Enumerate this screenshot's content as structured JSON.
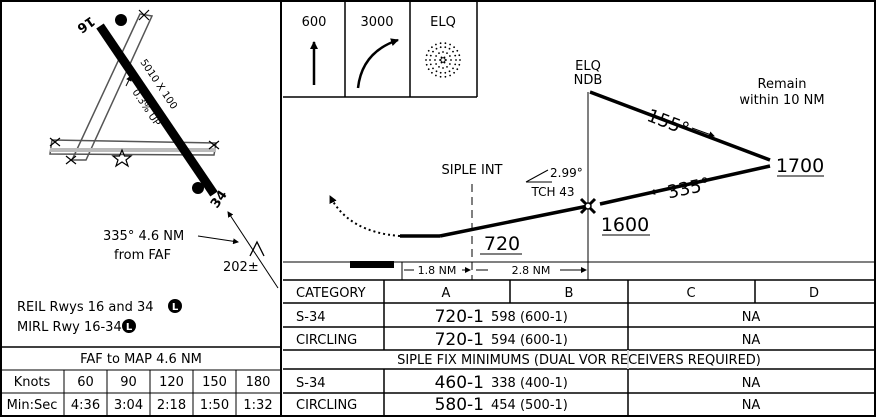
{
  "airport": {
    "rwy_top_label": "16",
    "rwy_bottom_label": "34",
    "rwy_dimensions": "5010 X 100",
    "rwy_slope": "0.3% UP",
    "fix_bearing": "335° 4.6 NM",
    "fix_from": "from FAF",
    "obstacle_elev": "202±",
    "lighting": {
      "reil": "REIL Rwys 16 and 34",
      "mirl": "MIRL Rwy 16-34",
      "badge": "L"
    }
  },
  "missed_approach_icons": {
    "climb_alt": "600",
    "turn_alt": "3000",
    "navaid": "ELQ"
  },
  "profile": {
    "ndb_name": "ELQ",
    "ndb_type": "NDB",
    "remain_line1": "Remain",
    "remain_line2": "within 10 NM",
    "outbound_course": "155°",
    "inbound_course": "335°",
    "holding_alt": "1700",
    "faf_alt": "1600",
    "stepdown_fix": "SIPLE INT",
    "glide_angle": "2.99°",
    "tch": "TCH 43",
    "mda": "720",
    "dist_1": "1.8 NM",
    "dist_2": "2.8 NM"
  },
  "timing": {
    "title": "FAF to MAP  4.6 NM",
    "rows": [
      {
        "label": "Knots",
        "values": [
          "60",
          "90",
          "120",
          "150",
          "180"
        ]
      },
      {
        "label": "Min:Sec",
        "values": [
          "4:36",
          "3:04",
          "2:18",
          "1:50",
          "1:32"
        ]
      }
    ]
  },
  "minimums": {
    "header": {
      "category": "CATEGORY",
      "a": "A",
      "b": "B",
      "c": "C",
      "d": "D"
    },
    "rows": [
      {
        "label": "S-34",
        "mda": "720-1",
        "hat": "598 (600-1)",
        "cd": "NA"
      },
      {
        "label": "CIRCLING",
        "mda": "720-1",
        "hat": "594 (600-1)",
        "cd": "NA"
      }
    ],
    "siple_title": "SIPLE FIX MINIMUMS (DUAL VOR RECEIVERS REQUIRED)",
    "siple_rows": [
      {
        "label": "S-34",
        "mda": "460-1",
        "hat": "338 (400-1)",
        "cd": "NA"
      },
      {
        "label": "CIRCLING",
        "mda": "580-1",
        "hat": "454 (500-1)",
        "cd": "NA"
      }
    ]
  }
}
